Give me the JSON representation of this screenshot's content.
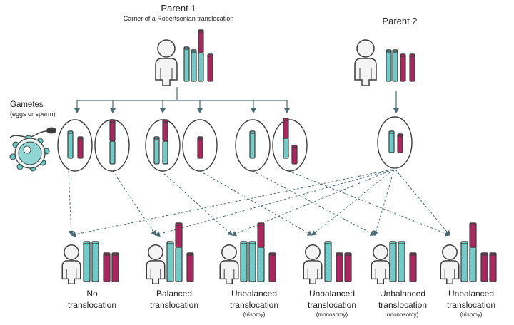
{
  "parent1": {
    "title": "Parent 1",
    "subtitle": "Carrier of a Robertsonian translocation"
  },
  "parent2": {
    "title": "Parent 2"
  },
  "gametes": {
    "title": "Gametes",
    "subtitle": "(eggs or sperm)"
  },
  "outcomes": [
    {
      "line1": "No",
      "line2": "translocation",
      "note": ""
    },
    {
      "line1": "Balanced",
      "line2": "translocation",
      "note": ""
    },
    {
      "line1": "Unbalanced",
      "line2": "translocation",
      "note": "(trisomy)"
    },
    {
      "line1": "Unbalanced",
      "line2": "translocation",
      "note": "(monosomy)"
    },
    {
      "line1": "Unbalanced",
      "line2": "translocation",
      "note": "(monosomy)"
    },
    {
      "line1": "Unbalanced",
      "line2": "translocation",
      "note": "(trisomy)"
    }
  ],
  "colors": {
    "teal": "#6cc8c4",
    "magenta": "#a8275e",
    "outline": "#3d3d3d",
    "arrow": "#4a6b74",
    "figure": "#f4f4f4"
  }
}
